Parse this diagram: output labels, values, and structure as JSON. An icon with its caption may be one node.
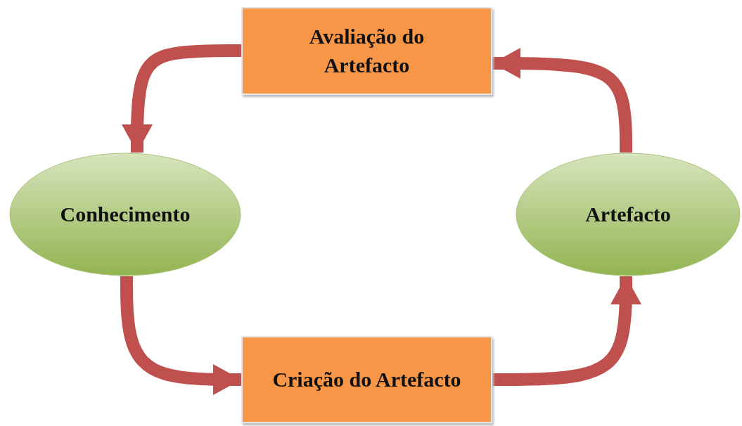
{
  "diagram": {
    "nodes": [
      {
        "text": [
          "Avaliação do Artefacto"
        ]
      },
      {
        "text": [
          "Conhecimento"
        ]
      },
      {
        "text": [
          "Artefacto"
        ]
      },
      {
        "text": [
          "Criação do Artefacto"
        ]
      }
    ],
    "edges": [
      {
        "from": 0,
        "to": 1,
        "arrow": "to"
      },
      {
        "from": 1,
        "to": 3,
        "arrow": "to"
      },
      {
        "from": 3,
        "to": 2,
        "arrow": "to"
      },
      {
        "from": 2,
        "to": 0,
        "arrow": "to"
      }
    ]
  }
}
